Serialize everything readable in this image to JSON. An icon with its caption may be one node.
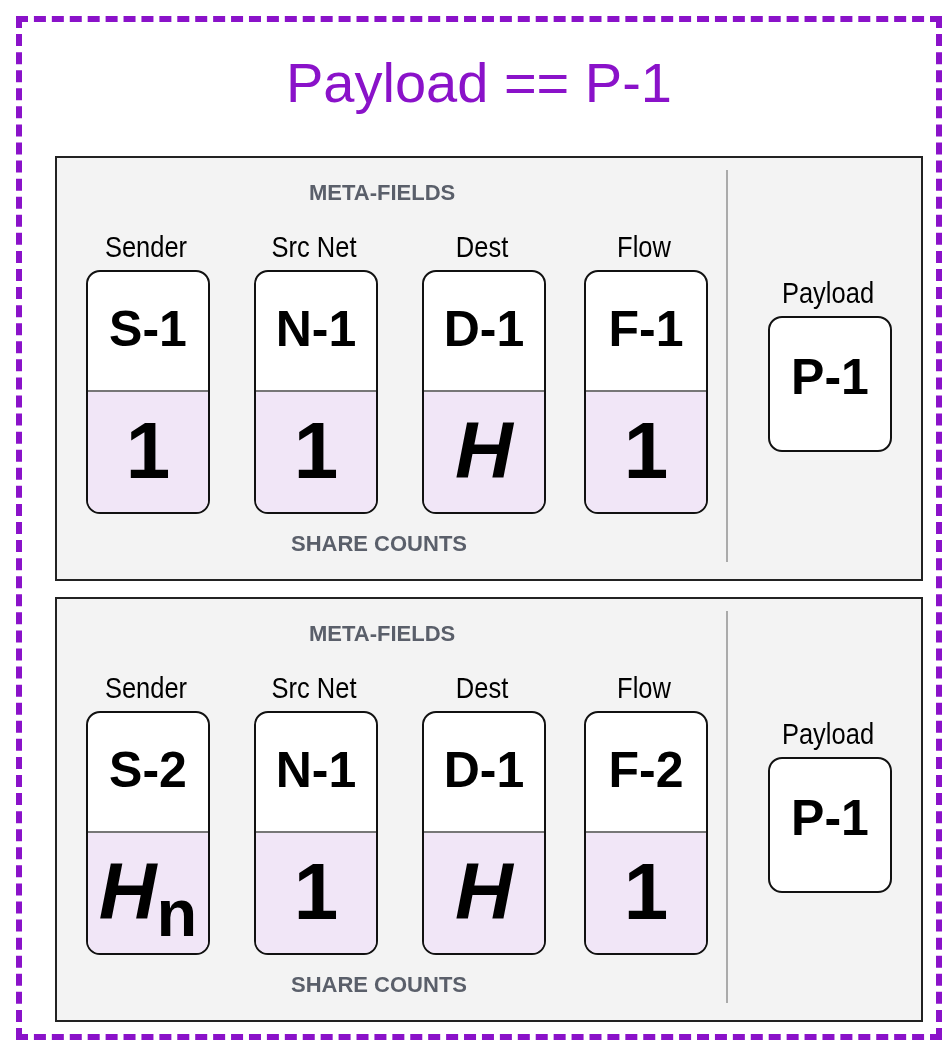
{
  "diagram": {
    "nodes": [
      {
        "text": [
          "Payload == P-1"
        ]
      },
      {
        "text": [
          "META-FIELDS",
          "SHARE COUNTS"
        ],
        "in": 0
      },
      {
        "text": [
          "Sender",
          "S-1",
          "1"
        ],
        "in": 1
      },
      {
        "text": [
          "Src Net",
          "N-1",
          "1"
        ],
        "in": 1
      },
      {
        "text": [
          "Dest",
          "D-1",
          "*H*"
        ],
        "in": 1
      },
      {
        "text": [
          "Flow",
          "F-1",
          "1"
        ],
        "in": 1
      },
      {
        "text": [
          "Payload",
          "P-1"
        ],
        "in": 1
      },
      {
        "text": [
          "META-FIELDS",
          "SHARE COUNTS"
        ],
        "in": 0
      },
      {
        "text": [
          "Sender",
          "S-2",
          "*H*$_{n}$"
        ],
        "in": 7
      },
      {
        "text": [
          "Src Net",
          "N-1",
          "1"
        ],
        "in": 7
      },
      {
        "text": [
          "Dest",
          "D-1",
          "*H*"
        ],
        "in": 7
      },
      {
        "text": [
          "Flow",
          "F-2",
          "1"
        ],
        "in": 7
      },
      {
        "text": [
          "Payload",
          "P-1"
        ],
        "in": 7
      }
    ],
    "edges": []
  }
}
